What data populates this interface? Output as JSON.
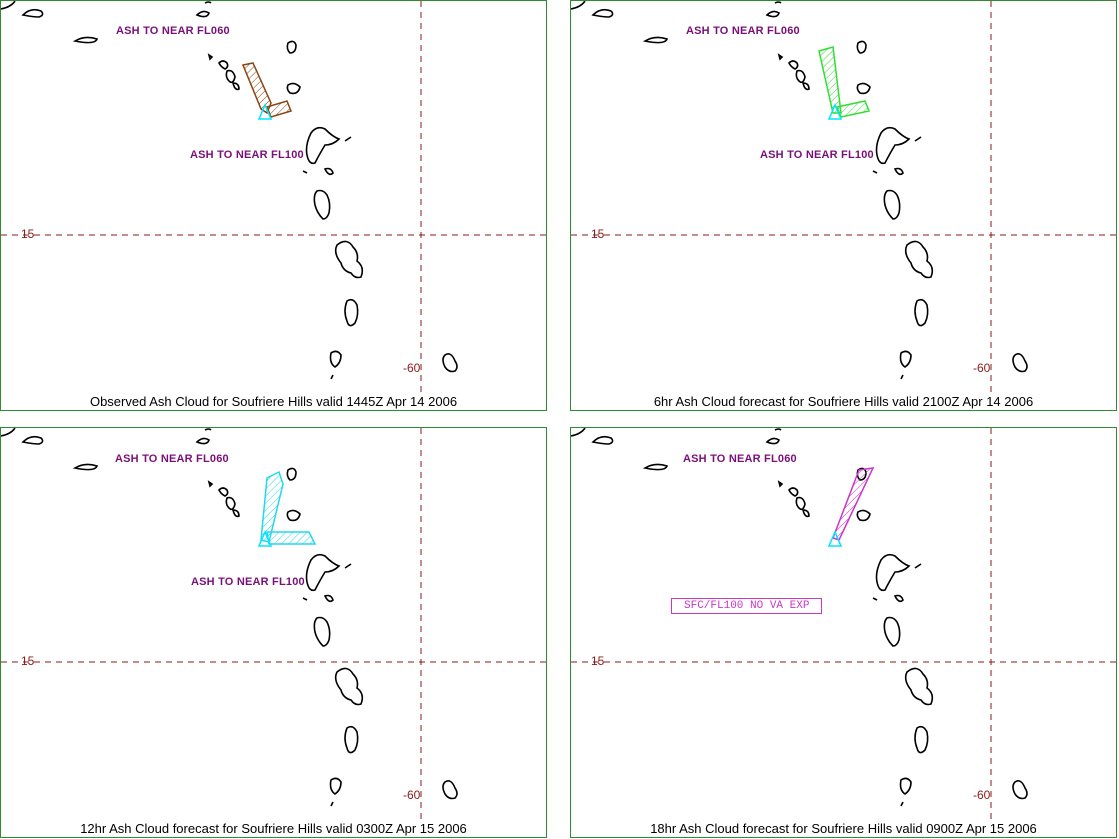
{
  "grid": {
    "lat_label": "15",
    "lon_label": "-60",
    "line_color": "#8b1a1a"
  },
  "colors": {
    "frame": "#2e8b2e",
    "label": "#7a0f7a",
    "vent": "#00e5ff"
  },
  "panels": [
    {
      "caption": "Observed Ash Cloud for Soufriere  Hills valid 1445Z Apr 14 2006",
      "label_upper": "ASH TO NEAR FL060",
      "label_lower": "ASH TO NEAR FL100",
      "polygon_color": "#8b4513"
    },
    {
      "caption": "6hr Ash Cloud forecast for Soufriere  Hills valid 2100Z Apr 14 2006",
      "label_upper": "ASH TO NEAR FL060",
      "label_lower": "ASH TO NEAR FL100",
      "polygon_color": "#33dd33"
    },
    {
      "caption": "12hr Ash Cloud forecast for Soufriere  Hills valid 0300Z Apr 15 2006",
      "label_upper": "ASH TO NEAR FL060",
      "label_lower": "ASH TO NEAR FL100",
      "polygon_color": "#22d8ee"
    },
    {
      "caption": "18hr Ash Cloud forecast for Soufriere  Hills valid 0900Z Apr 15 2006",
      "label_upper": "ASH TO NEAR FL060",
      "label_lower": "SFC/FL100 NO VA EXP",
      "polygon_color": "#cc33cc"
    }
  ]
}
